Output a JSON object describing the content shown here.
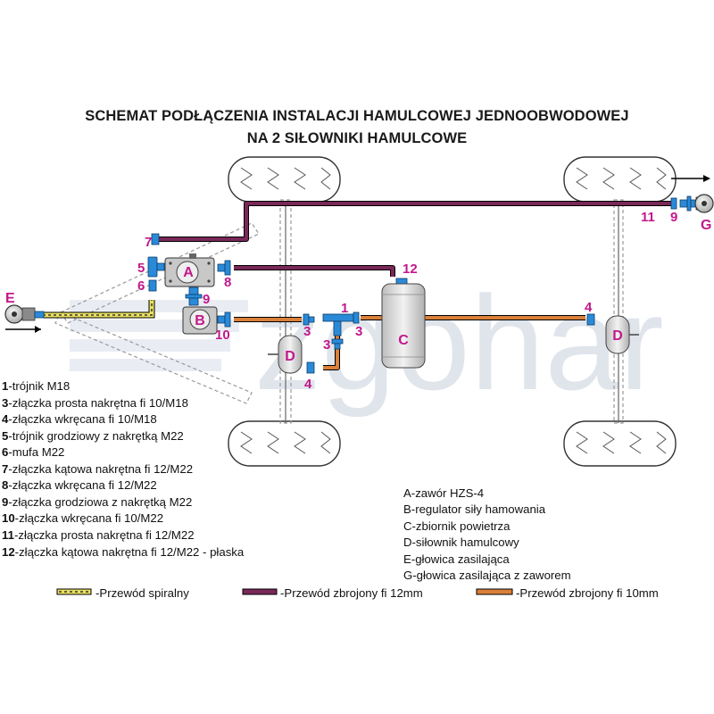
{
  "title": {
    "line1": "SCHEMAT PODŁĄCZENIA INSTALACJI HAMULCOWEJ JEDNOOBWODOWEJ",
    "line2": "NA 2 SIŁOWNIKI HAMULCOWE"
  },
  "watermark": "zgohar",
  "diagram_labels": {
    "E": "E",
    "G": "G",
    "A": "A",
    "B": "B",
    "C": "C",
    "D": "D",
    "n1": "1",
    "n3": "3",
    "n4": "4",
    "n5": "5",
    "n6": "6",
    "n7": "7",
    "n8": "8",
    "n9": "9",
    "n10": "10",
    "n11": "11",
    "n12": "12"
  },
  "numbered_legend": [
    {
      "num": "1",
      "text": "-trójnik M18"
    },
    {
      "num": "3",
      "text": "-złączka prosta nakrętna fi 10/M18"
    },
    {
      "num": "4",
      "text": "-złączka wkręcana fi 10/M18"
    },
    {
      "num": "5",
      "text": "-trójnik grodziowy z nakrętką M22"
    },
    {
      "num": "6",
      "text": "-mufa M22"
    },
    {
      "num": "7",
      "text": "-złączka kątowa nakrętna fi 12/M22"
    },
    {
      "num": "8",
      "text": "-złączka wkręcana fi 12/M22"
    },
    {
      "num": "9",
      "text": "-złączka grodziowa z nakrętką M22"
    },
    {
      "num": "10",
      "text": "-złączka wkręcana fi 10/M22"
    },
    {
      "num": "11",
      "text": "-złączka prosta nakrętna fi 12/M22"
    },
    {
      "num": "12",
      "text": "-złączka kątowa nakrętna fi 12/M22 - płaska"
    }
  ],
  "letter_legend": [
    {
      "letter": "A",
      "text": "-zawór HZS-4"
    },
    {
      "letter": "B",
      "text": "-regulator siły hamowania"
    },
    {
      "letter": "C",
      "text": "-zbiornik powietrza"
    },
    {
      "letter": "D",
      "text": "-siłownik hamulcowy"
    },
    {
      "letter": "E",
      "text": "-głowica zasilająca"
    },
    {
      "letter": "G",
      "text": "-głowica zasilająca z zaworem"
    }
  ],
  "pipe_legend": [
    {
      "text": "-Przewód spiralny",
      "color": "#e8e060"
    },
    {
      "text": "-Przewód zbrojony fi 12mm",
      "color": "#7a2858"
    },
    {
      "text": "-Przewód zbrojony fi 10mm",
      "color": "#d9803a"
    }
  ],
  "colors": {
    "label": "#c2188b",
    "pipe12": "#7a2858",
    "pipe10": "#d9803a",
    "spiral": "#e8e060",
    "fitting": "#2a8ad8",
    "component": "#c8c8c8"
  }
}
